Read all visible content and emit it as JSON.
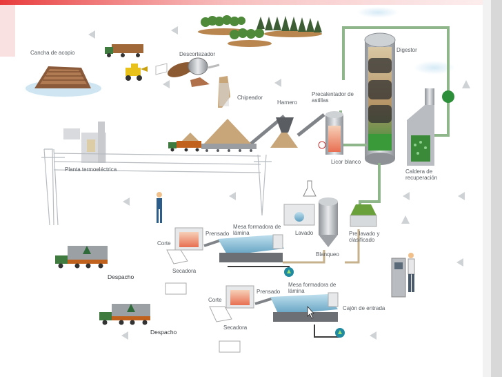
{
  "labels": {
    "cancha": "Cancha de acopio",
    "descortezador": "Descortezador",
    "chipeador": "Chipeador",
    "harnero": "Harnero",
    "precalentador": "Precalentador de astillas",
    "digestor": "Digestor",
    "caldera": "Caldera de recuperación",
    "planta": "Planta termoeléctrica",
    "licor": "Licor blanco",
    "lavado": "Lavado",
    "prelavado": "Pre lavado y clasificado",
    "blanqueo": "Blanqueo",
    "cajon": "Cajón de entrada",
    "prensado_1": "Prensado",
    "prensado_2": "Prensado",
    "mesa_1": "Mesa formadora de lámina",
    "mesa_2": "Mesa formadora de lámina",
    "corte_1": "Corte",
    "corte_2": "Corte",
    "secadora_1": "Secadora",
    "secadora_2": "Secadora",
    "despacho_1": "Despacho",
    "despacho_2": "Despacho"
  },
  "icons": [
    "truck-icon",
    "loader-icon",
    "tree-icon",
    "worker-icon",
    "flask-icon",
    "recycle-icon",
    "cursor-icon",
    "arrow-left-icon"
  ],
  "colors": {
    "top_band": "#e8393a",
    "pipe_green": "#8fb58a",
    "digestor_green": "#3a9a3a",
    "truck_orange": "#c0621e",
    "truck_green": "#3f7a3f",
    "water_blue": "#6aa6c6",
    "wood_tan": "#c9a57a",
    "steel_gray": "#b9bcc0"
  }
}
